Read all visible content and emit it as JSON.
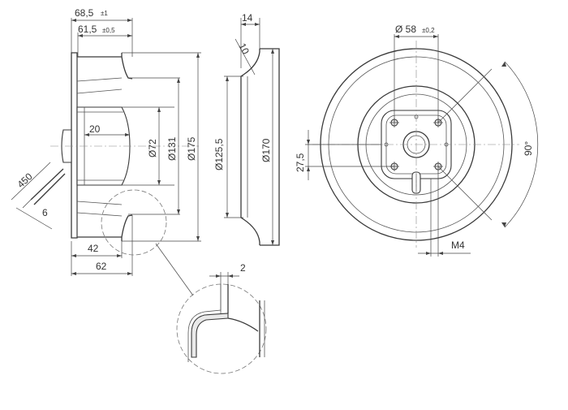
{
  "diagram": {
    "side_view": {
      "dim_overall_depth": "68,5",
      "tol_overall_depth": "±1",
      "dim_rotor_depth": "61,5",
      "tol_rotor_depth": "±0,5",
      "dim_hub": "20",
      "dim_d72": "Ø72",
      "dim_d131": "Ø131",
      "dim_d175": "Ø175",
      "dim_cable_length": "450",
      "dim_cable_6": "6",
      "dim_42": "42",
      "dim_62": "62"
    },
    "ring_view": {
      "dim_width": "14",
      "dim_angle": "10",
      "dim_d125": "Ø125,5",
      "dim_d170": "Ø170"
    },
    "detail_view": {
      "dim_thickness": "2"
    },
    "front_view": {
      "dim_d58": "Ø 58",
      "tol_d58": "±0,2",
      "dim_offset": "27,5",
      "dim_angle": "90°",
      "dim_thread": "M4"
    }
  }
}
